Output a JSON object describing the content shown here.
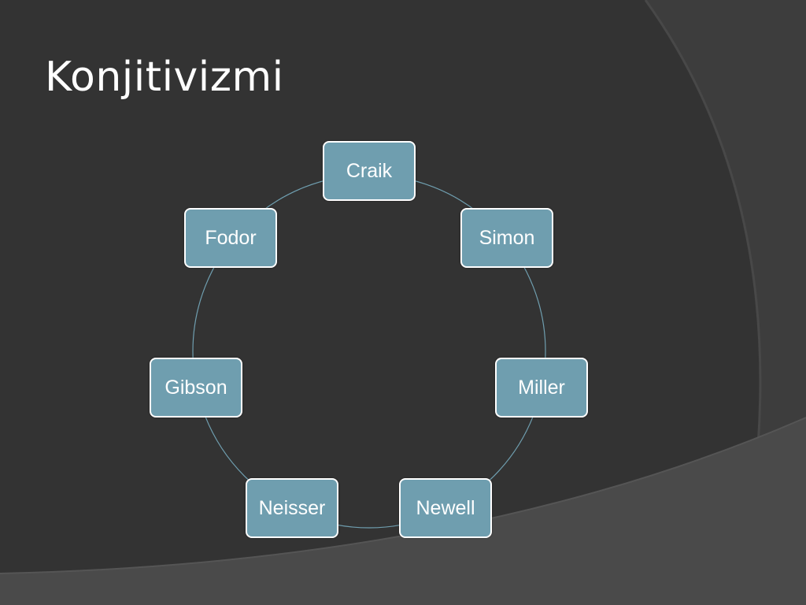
{
  "slide": {
    "title": "Konjitivizmi"
  },
  "diagram": {
    "type": "cycle",
    "nodes": [
      {
        "id": "craik",
        "label": "Craik"
      },
      {
        "id": "simon",
        "label": "Simon"
      },
      {
        "id": "miller",
        "label": "Miller"
      },
      {
        "id": "newell",
        "label": "Newell"
      },
      {
        "id": "neisser",
        "label": "Neisser"
      },
      {
        "id": "gibson",
        "label": "Gibson"
      },
      {
        "id": "fodor",
        "label": "Fodor"
      }
    ]
  },
  "colors": {
    "background": "#333333",
    "node_fill": "#6f9eaf",
    "node_border": "#ffffff",
    "connector": "#6f9eaf",
    "title_text": "#ffffff"
  }
}
